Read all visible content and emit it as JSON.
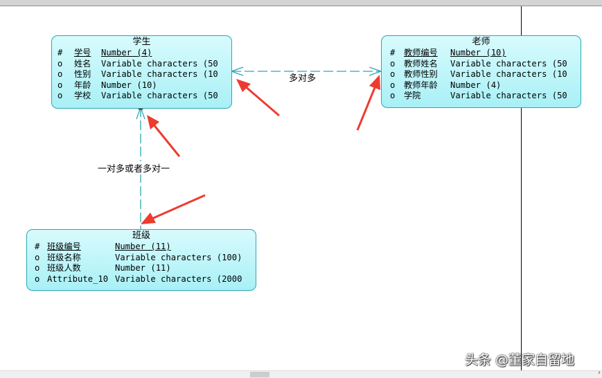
{
  "colors": {
    "entity_border": "#2aa6b2",
    "entity_fill": "#b8f4f8",
    "arrow": "#ee3b2f",
    "relationship_line": "#2aa6b2"
  },
  "entities": {
    "student": {
      "title": "学生",
      "rows": [
        {
          "marker": "#",
          "name": "学号",
          "type": "Number (4)",
          "pk": true
        },
        {
          "marker": "o",
          "name": "姓名",
          "type": "Variable characters (50",
          "pk": false
        },
        {
          "marker": "o",
          "name": "性别",
          "type": "Variable characters (10",
          "pk": false
        },
        {
          "marker": "o",
          "name": "年龄",
          "type": "Number (10)",
          "pk": false
        },
        {
          "marker": "o",
          "name": "学校",
          "type": "Variable characters (50",
          "pk": false
        }
      ]
    },
    "teacher": {
      "title": "老师",
      "rows": [
        {
          "marker": "#",
          "name": "教师编号",
          "type": "Number (10)",
          "pk": true
        },
        {
          "marker": "o",
          "name": "教师姓名",
          "type": "Variable characters (50",
          "pk": false
        },
        {
          "marker": "o",
          "name": "教师性别",
          "type": "Variable characters (10",
          "pk": false
        },
        {
          "marker": "o",
          "name": "教师年龄",
          "type": "Number (4)",
          "pk": false
        },
        {
          "marker": "o",
          "name": "学院",
          "type": "Variable characters (50",
          "pk": false
        }
      ]
    },
    "class": {
      "title": "班级",
      "rows": [
        {
          "marker": "#",
          "name": "班级编号",
          "type": "Number (11)",
          "pk": true
        },
        {
          "marker": "o",
          "name": "班级名称",
          "type": "Variable characters (100)",
          "pk": false
        },
        {
          "marker": "o",
          "name": "班级人数",
          "type": "Number (11)",
          "pk": false
        },
        {
          "marker": "o",
          "name": "Attribute_10",
          "type": "Variable characters (2000",
          "pk": false
        }
      ]
    }
  },
  "relationships": {
    "student_teacher_label": "多对多",
    "student_class_label": "一对多或者多对一"
  },
  "watermark": "头条 @董家自留地"
}
